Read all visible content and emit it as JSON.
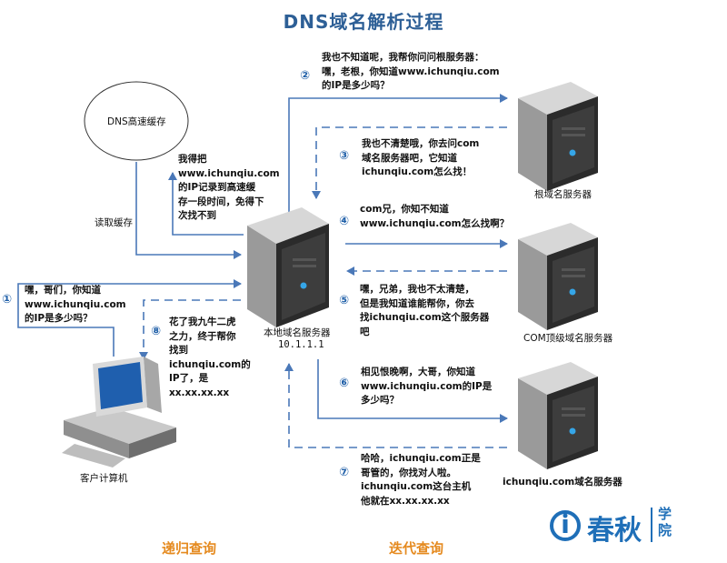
{
  "title": "DNS域名解析过程",
  "cache_ellipse_label": "DNS高速缓存",
  "read_cache_label": "读取缓存",
  "client_label": "客户计算机",
  "local_server_name": "本地域名服务器",
  "local_server_ip": "10.1.1.1",
  "root_server_label": "根域名服务器",
  "com_server_label": "COM顶级域名服务器",
  "ichunqiu_server_label": "ichunqiu.com域名服务器",
  "footer_left": "递归查询",
  "footer_right": "迭代查询",
  "brand_name": "春秋",
  "brand_sub": "学院",
  "steps": {
    "s1_num": "①",
    "s1_text": "嘿，哥们，你知道\nwww.ichunqiu.com\n的IP是多少吗？",
    "s2_num": "②",
    "s2_text": "我也不知道呢，我帮你问问根服务器：\n嘿，老根，你知道www.ichunqiu.com\n的IP是多少吗？",
    "s3_num": "③",
    "s3_text": "我也不清楚哦，你去问com\n域名服务器吧，它知道\nichunqiu.com怎么找！",
    "s4_num": "④",
    "s4_text": "com兄，你知不知道\nwww.ichunqiu.com怎么找啊？",
    "s5_num": "⑤",
    "s5_text": "嘿，兄弟，我也不太清楚，\n但是我知道谁能帮你，你去\n找ichunqiu.com这个服务器\n吧",
    "s6_num": "⑥",
    "s6_text": "相见恨晚啊，大哥，你知道\nwww.ichunqiu.com的IP是\n多少吗？",
    "s7_num": "⑦",
    "s7_text": "哈哈，ichunqiu.com正是\n哥管的，你找对人啦。\nichunqiu.com这台主机\n他就在xx.xx.xx.xx",
    "s8_num": "⑧",
    "s8_text": "花了我九牛二虎\n之力，终于帮你\n找到\nichunqiu.com的\nIP了，是\nxx.xx.xx.xx"
  },
  "cache_note": "我得把\nwww.ichunqiu.com\n的IP记录到高速缓\n存一段时间，免得下\n次找不到",
  "colors": {
    "arrow": "#4a78b8",
    "title": "#2d5f96",
    "footer": "#e58a1f",
    "brand": "#1f6fb8"
  }
}
